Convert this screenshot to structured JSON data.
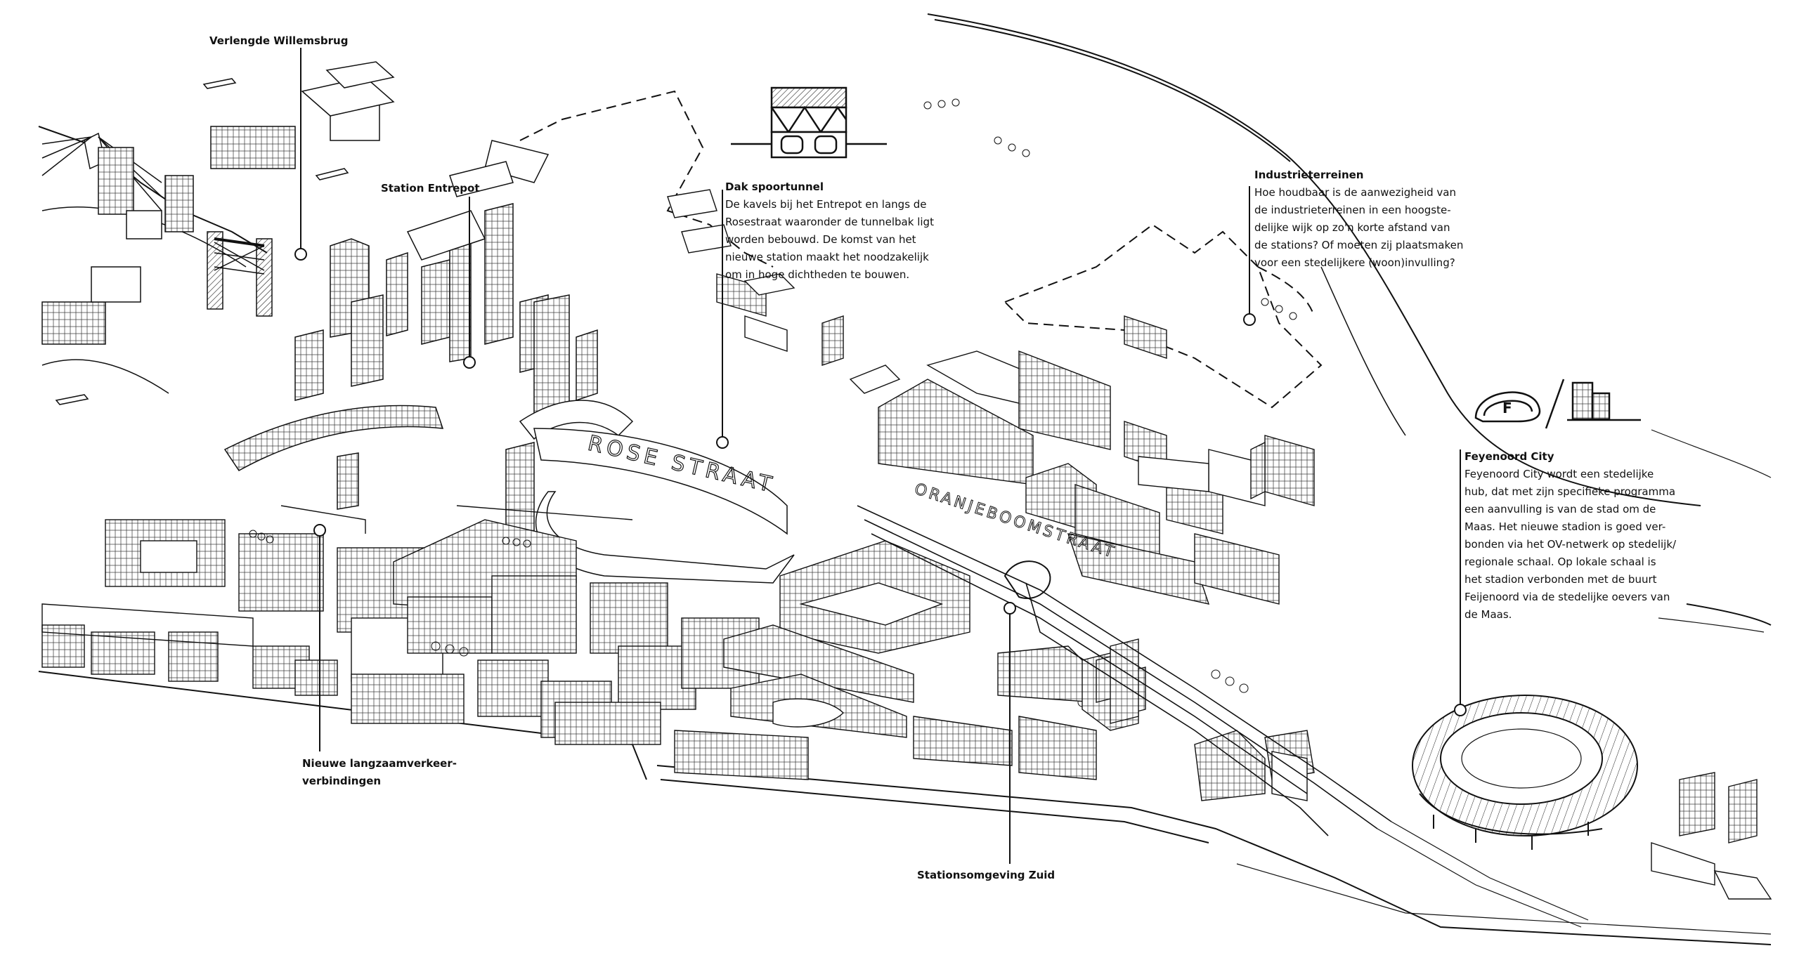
{
  "annotations": [
    {
      "id": "verlengde-willemsbrug",
      "title": "Verlengde Willemsbrug",
      "text": ""
    },
    {
      "id": "station-entrepot",
      "title": "Station Entrepot",
      "text": ""
    },
    {
      "id": "dak-spoortunnel",
      "title": "Dak spoortunnel",
      "text": "De kavels bij het Entrepot en langs de\nRosestraat waaronder de tunnelbak ligt\nworden bebouwd. De komst van het\nnieuwe station maakt het noodzakelijk\nom in hoge dichtheden te bouwen."
    },
    {
      "id": "industrieterreinen",
      "title": "Industrieterreinen",
      "text": "Hoe houdbaar is de aanwezigheid van\nde industrieterreinen in een hoogste-\ndelijke wijk op zo'n korte afstand van\nde stations? Of moeten zij plaatsmaken\nvoor een stedelijkere (woon)invulling?"
    },
    {
      "id": "feyenoord-city",
      "title": "Feyenoord City",
      "text": "Feyenoord City wordt een stedelijke\nhub, dat met zijn specifieke programma\neen aanvulling is van de stad om de\nMaas. Het nieuwe stadion is goed ver-\nbonden via het OV-netwerk op stedelijk/\nregionale schaal. Op lokale schaal is\nhet stadion verbonden met de buurt\nFeijenoord via de stedelijke oevers van\nde Maas."
    },
    {
      "id": "nieuwe-langzaamverkeer",
      "title": "Nieuwe langzaamverkeer-\nverbindingen",
      "text": ""
    },
    {
      "id": "stationsomgeving-zuid",
      "title": "Stationsomgeving Zuid",
      "text": ""
    }
  ],
  "street_labels": {
    "rosestraat": "ROSE STRAAT",
    "oranjeboomstraat": "ORANJEBOOMSTRAAT"
  },
  "icons": {
    "stadium_letter": "F"
  },
  "colors": {
    "ink": "#111111",
    "paper": "#ffffff"
  }
}
